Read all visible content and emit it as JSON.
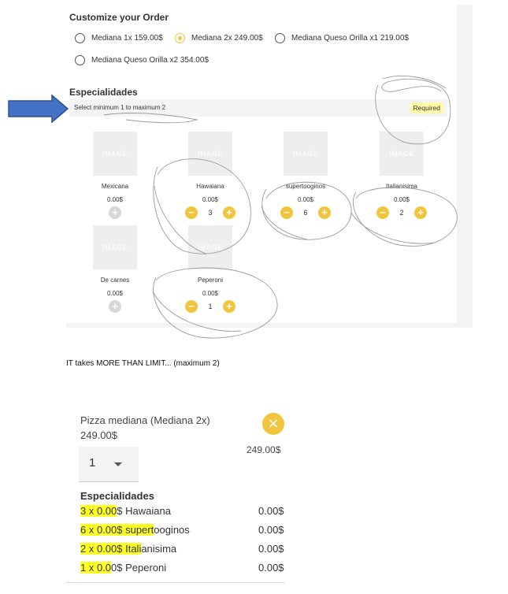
{
  "customize": {
    "title": "Customize your Order",
    "options": [
      {
        "label": "Mediana 1x 159.00$",
        "selected": false
      },
      {
        "label": "Mediana 2x 249.00$",
        "selected": true
      },
      {
        "label": "Mediana Queso Orilla x1 219.00$",
        "selected": false
      },
      {
        "label": "Mediana Queso Orilla x2 354.00$",
        "selected": false
      }
    ]
  },
  "especialidades": {
    "title": "Especialidades",
    "rule": "Select minimum 1 to maximum 2",
    "required": "Required",
    "image_placeholder": "IMAGE",
    "items": [
      {
        "name": "Mexicana",
        "price": "0.00$",
        "qty": "0"
      },
      {
        "name": "Hawaiana",
        "price": "0.00$",
        "qty": "3"
      },
      {
        "name": "supertooginos",
        "price": "0.00$",
        "qty": "6"
      },
      {
        "name": "Italianisima",
        "price": "0.00$",
        "qty": "2"
      },
      {
        "name": "De carnes",
        "price": "0.00$",
        "qty": "0"
      },
      {
        "name": "Peperoni",
        "price": "0.00$",
        "qty": "1"
      }
    ]
  },
  "note": "IT takes MORE THAN LIMIT... (maximum 2)",
  "cart": {
    "name": "Pizza mediana (Mediana 2x)",
    "price": "249.00$",
    "total": "249.00$",
    "quantity": "1",
    "section": "Especialidades",
    "lines": [
      {
        "qty": "3 x 0.00",
        "rest": "$ Hawaiana",
        "amount": "0.00$"
      },
      {
        "qty": "6 x 0.00$ supert",
        "rest": "ooginos",
        "amount": "0.00$"
      },
      {
        "qty": "2 x 0.00$ Itali",
        "rest": "anisima",
        "amount": "0.00$"
      },
      {
        "qty": "1 x 0.0",
        "rest": "0$ Peperoni",
        "amount": "0.00$"
      }
    ]
  },
  "colors": {
    "accent": "#f2c53e",
    "arrow": "#4472c4",
    "highlight": "#ffff22"
  },
  "icons": {
    "plus": "+",
    "minus": "−",
    "close": "×"
  }
}
